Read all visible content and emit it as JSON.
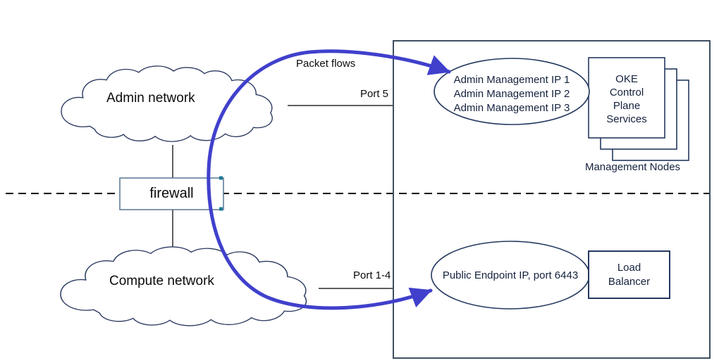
{
  "colors": {
    "arrow_blue": "#4040cc",
    "cloud_outline": "#2b3a60",
    "shape_outline": "#24385f",
    "boundary_outline": "#3e4f61",
    "firewall_outline": "#607d9b",
    "connector_line": "#2a2a2a",
    "dashed_line": "#000000",
    "connector_dot": "#1d7a96"
  },
  "labels": {
    "admin_network": "Admin network",
    "compute_network": "Compute network",
    "firewall": "firewall",
    "packet_flows": "Packet flows",
    "port_5": "Port 5",
    "port_1_4": "Port 1-4",
    "management_nodes": "Management Nodes",
    "public_endpoint": "Public Endpoint IP, port 6443"
  },
  "admin_management": {
    "lines": [
      "Admin Management IP 1",
      "Admin Management IP 2",
      "Admin Management IP 3"
    ]
  },
  "oke_control_plane": {
    "lines": [
      "OKE",
      "Control",
      "Plane",
      "Services"
    ]
  },
  "load_balancer": {
    "lines": [
      "Load",
      "Balancer"
    ]
  }
}
